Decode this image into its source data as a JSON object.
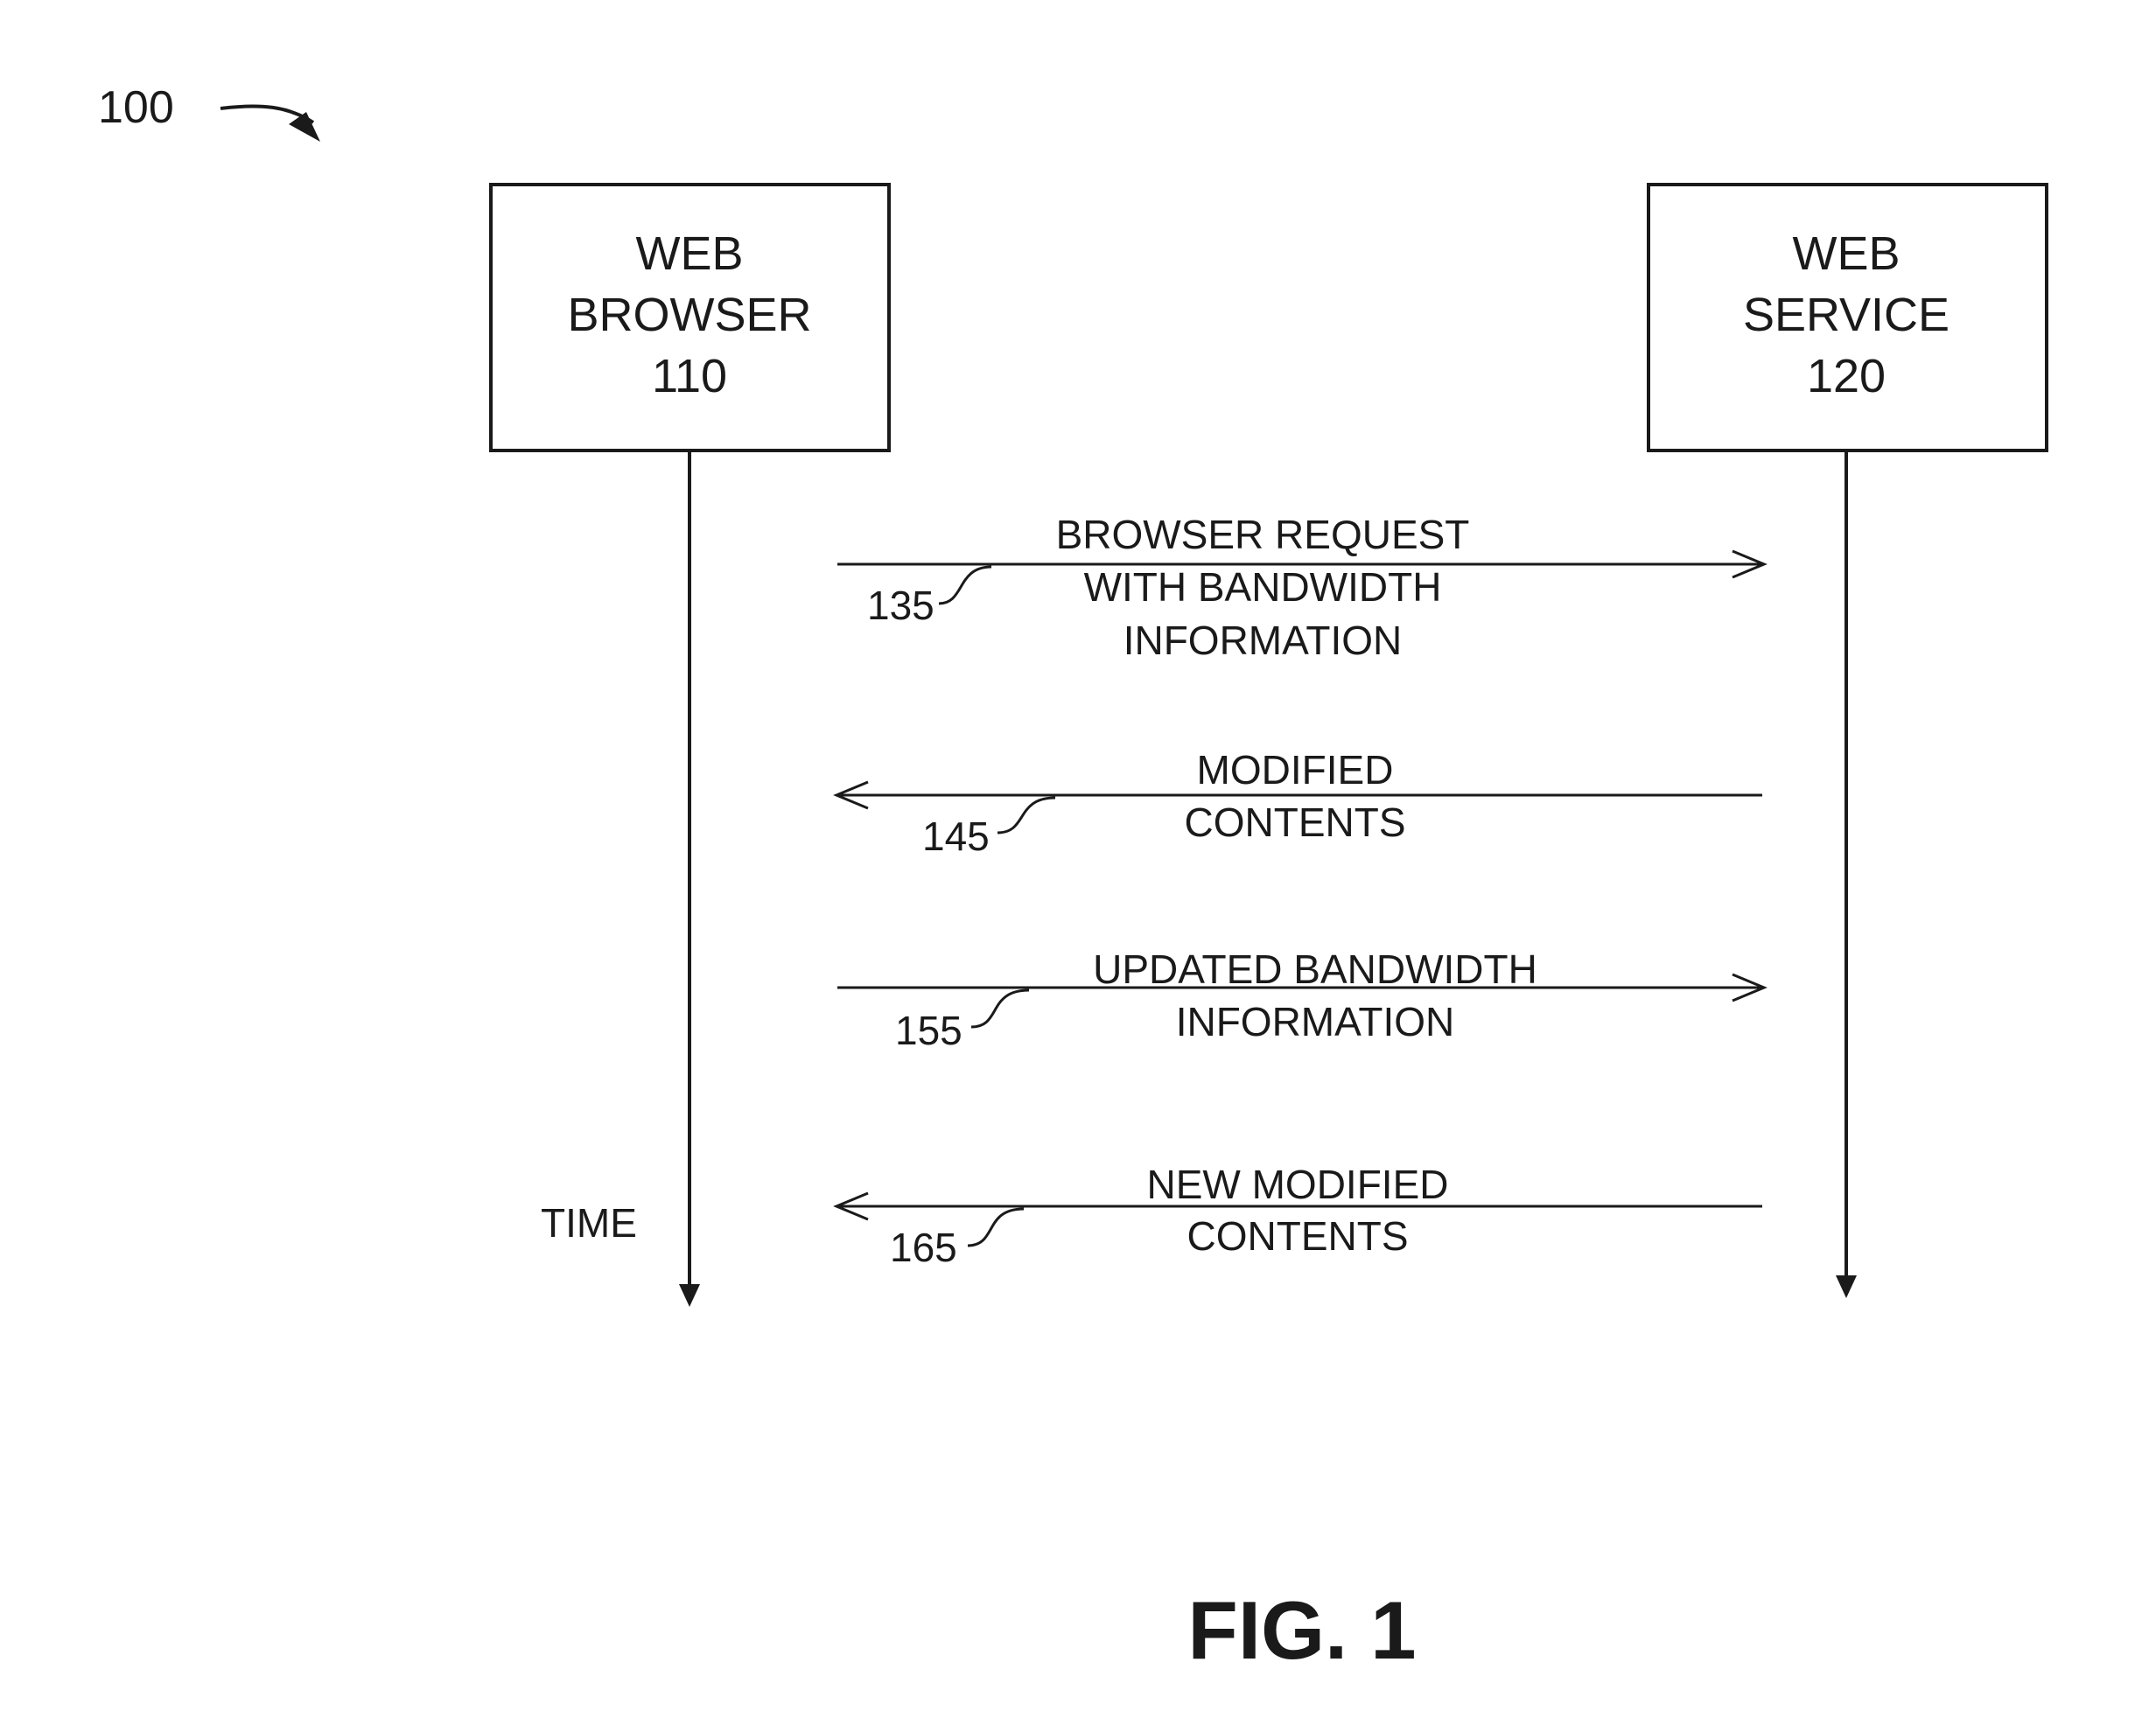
{
  "figure": {
    "ref_number": "100",
    "caption": "FIG. 1"
  },
  "lifelines": {
    "browser": {
      "line1": "WEB",
      "line2": "BROWSER",
      "number": "110"
    },
    "service": {
      "line1": "WEB",
      "line2": "SERVICE",
      "number": "120"
    }
  },
  "time_label": "TIME",
  "messages": [
    {
      "ref": "135",
      "direction": "browser-to-service",
      "lines": [
        "BROWSER REQUEST",
        "WITH BANDWIDTH",
        "INFORMATION"
      ]
    },
    {
      "ref": "145",
      "direction": "service-to-browser",
      "lines": [
        "MODIFIED",
        "CONTENTS"
      ]
    },
    {
      "ref": "155",
      "direction": "browser-to-service",
      "lines": [
        "UPDATED BANDWIDTH",
        "INFORMATION"
      ]
    },
    {
      "ref": "165",
      "direction": "service-to-browser",
      "lines": [
        "NEW MODIFIED",
        "CONTENTS"
      ]
    }
  ]
}
